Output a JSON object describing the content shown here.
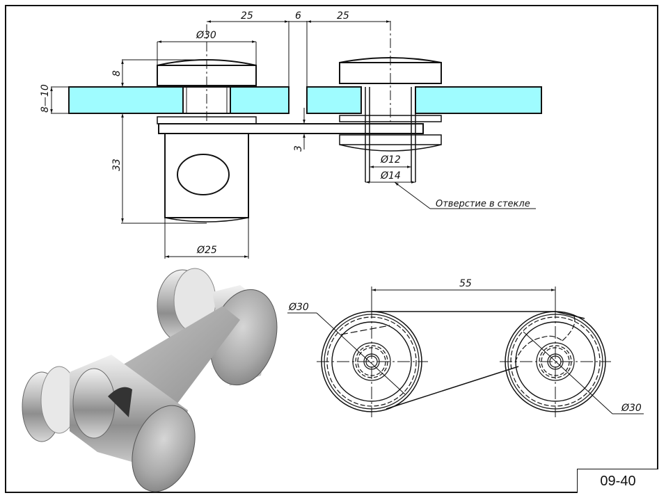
{
  "drawing": {
    "code": "09-40",
    "glass_color": "#9ffcff",
    "line_color": "#111111",
    "side_view": {
      "dimensions": {
        "offset_left": "25",
        "gap": "6",
        "offset_right": "25",
        "cap_diameter": "Ø30",
        "cap_height": "8",
        "glass_thickness": "8—10",
        "body_height": "33",
        "plate_thickness": "3",
        "body_diameter": "Ø25",
        "hole_inner": "Ø12",
        "hole_outer": "Ø14"
      },
      "note": "Отверстие в стекле"
    },
    "top_view": {
      "dimensions": {
        "center_distance": "55",
        "left_diameter": "Ø30",
        "right_diameter": "Ø30"
      }
    },
    "render": {
      "label": "3D render of glass-to-glass clamp connector"
    }
  }
}
